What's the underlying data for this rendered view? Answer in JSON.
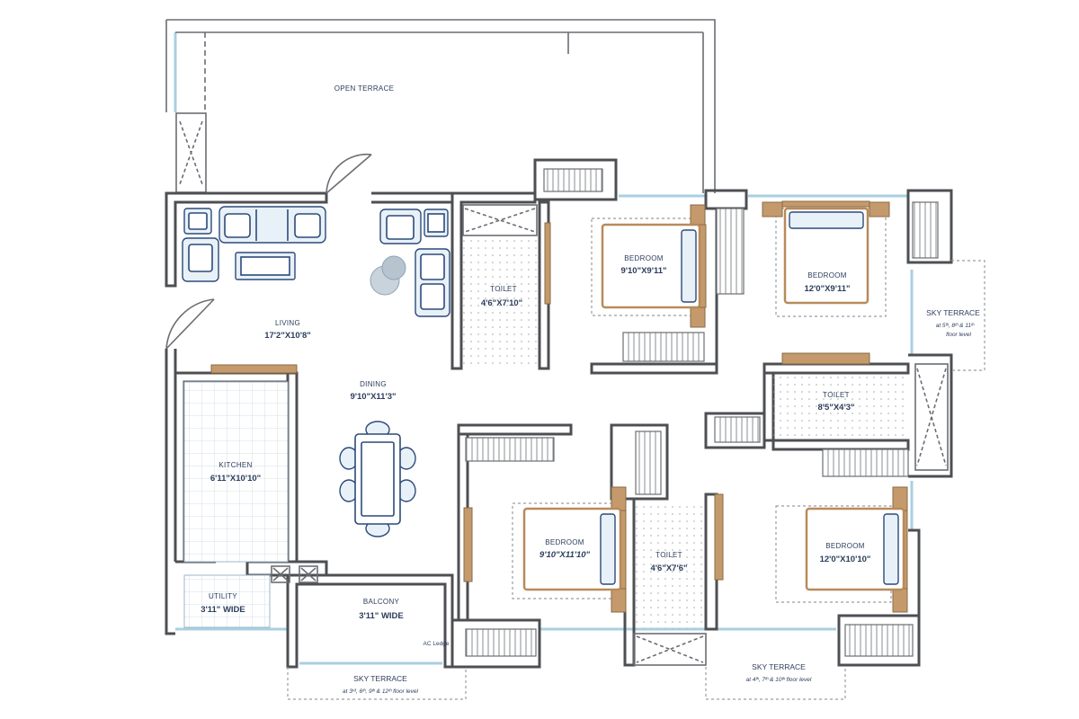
{
  "rooms": {
    "open_terrace": {
      "name": "OPEN TERRACE"
    },
    "living": {
      "name": "LIVING",
      "dim": "17'2\"X10'8\""
    },
    "dining": {
      "name": "DINING",
      "dim": "9'10\"X11'3\""
    },
    "kitchen": {
      "name": "KITCHEN",
      "dim": "6'11\"X10'10\""
    },
    "utility": {
      "name": "UTILITY",
      "dim": "3'11\" WIDE"
    },
    "balcony": {
      "name": "BALCONY",
      "dim": "3'11\" WIDE"
    },
    "ac_ledge": {
      "name": "AC Ledge"
    },
    "toilet_1": {
      "name": "TOILET",
      "dim": "4'6\"X7'10\""
    },
    "bedroom_1": {
      "name": "BEDROOM",
      "dim": "9'10\"X9'11\""
    },
    "bedroom_2": {
      "name": "BEDROOM",
      "dim": "12'0\"X9'11\""
    },
    "toilet_2": {
      "name": "TOILET",
      "dim": "8'5\"X4'3\""
    },
    "bedroom_3": {
      "name": "BEDROOM",
      "dim": "9'10\"X11'10\""
    },
    "toilet_3": {
      "name": "TOILET",
      "dim": "4'6\"X7'6\""
    },
    "bedroom_4": {
      "name": "BEDROOM",
      "dim": "12'0\"X10'10\""
    }
  },
  "terraces": {
    "sky_terrace_east": {
      "name": "SKY TERRACE",
      "note_l1": "at 5ᵗʰ, 8ᵗʰ & 11ᵗʰ",
      "note_l2": "floor level"
    },
    "sky_terrace_south_west": {
      "name": "SKY TERRACE",
      "note": "at 3ʳᵈ, 6ᵗʰ, 9ᵗʰ & 12ᵗʰ floor level"
    },
    "sky_terrace_south_east": {
      "name": "SKY TERRACE",
      "note": "at 4ᵗʰ, 7ᵗʰ & 10ᵗʰ floor level"
    }
  },
  "colors": {
    "wall": "#4d4f53",
    "furniture": "#2c4a7a",
    "wood": "#c49a6c",
    "glass": "#a9cfe3",
    "label": "#2c3e5c"
  }
}
